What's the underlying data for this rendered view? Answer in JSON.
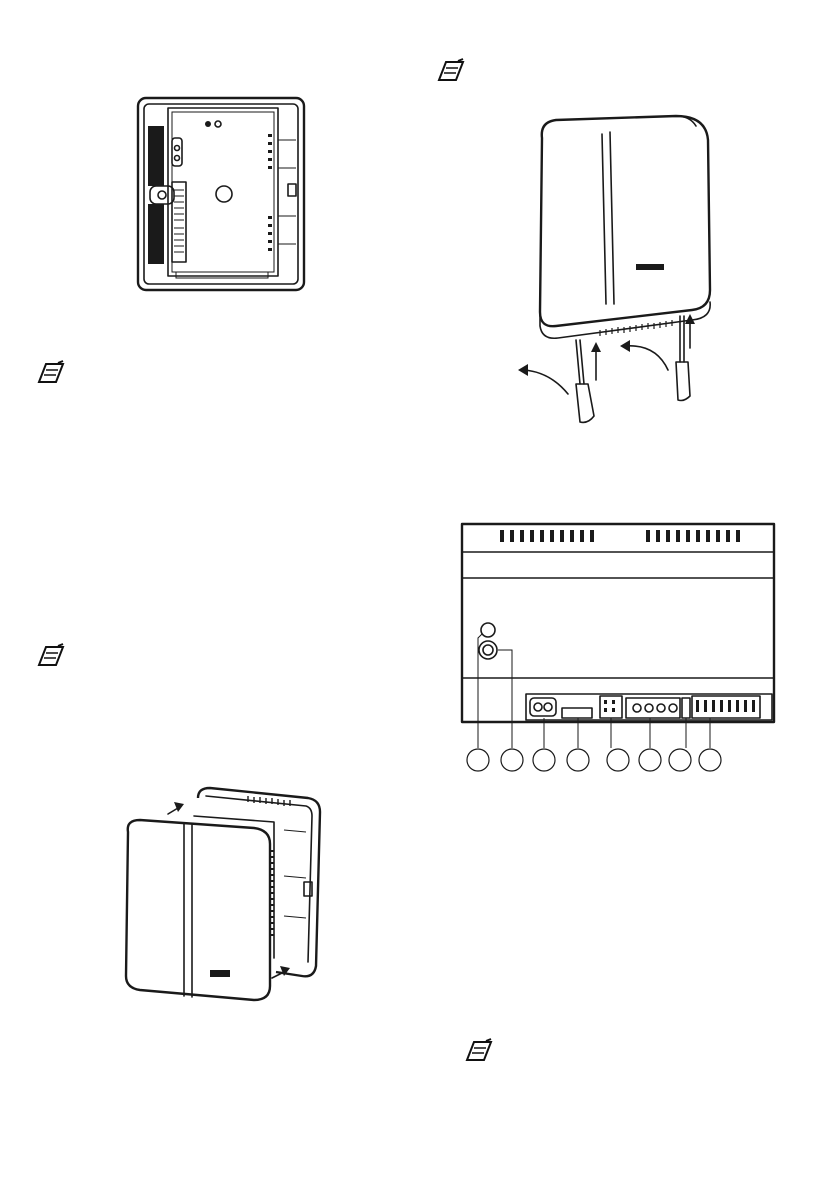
{
  "page": {
    "figures": [
      {
        "name": "open-housing-top-view"
      },
      {
        "name": "cover-removal-with-screwdrivers"
      },
      {
        "name": "terminal-panel-front-view"
      },
      {
        "name": "cover-fitting-exploded-view"
      }
    ],
    "note_icon": "note-pad-icon",
    "terminal_callouts": [
      "",
      "",
      "",
      "",
      "",
      "",
      "",
      ""
    ]
  }
}
